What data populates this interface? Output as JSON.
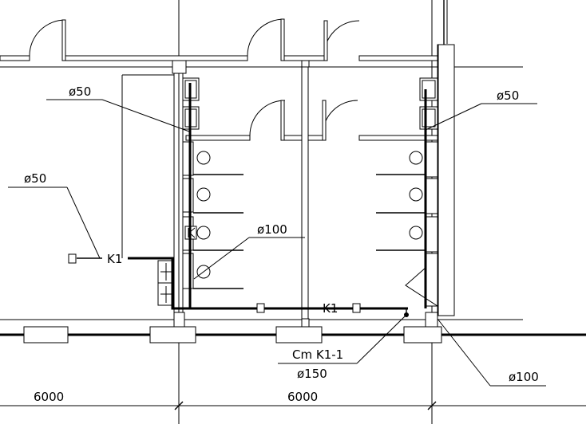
{
  "labels": {
    "d50_left_upper": "ø50",
    "d50_left_outer": "ø50",
    "d50_right": "ø50",
    "d100_center": "ø100",
    "d100_bottom": "ø100",
    "k1_left": "K1",
    "k1_bottom": "K1",
    "cm_k1": "Cm K1-1",
    "d150": "ø150"
  },
  "dimensions": {
    "left_span": "6000",
    "right_span": "6000"
  }
}
